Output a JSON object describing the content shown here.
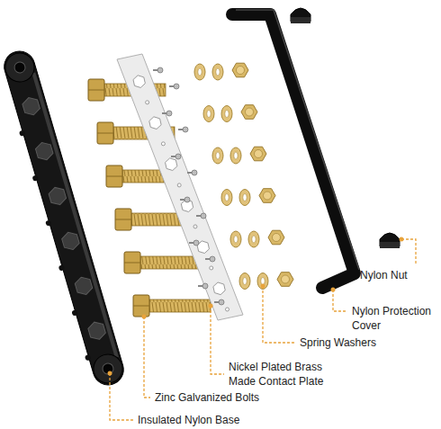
{
  "diagram": {
    "labels": [
      "Nylon Nut",
      "Nylon Protection Cover",
      "Spring Washers",
      "Nickel Plated Brass Made Contact Plate",
      "Zinc Galvanized Bolts",
      "Insulated Nylon Base"
    ]
  }
}
